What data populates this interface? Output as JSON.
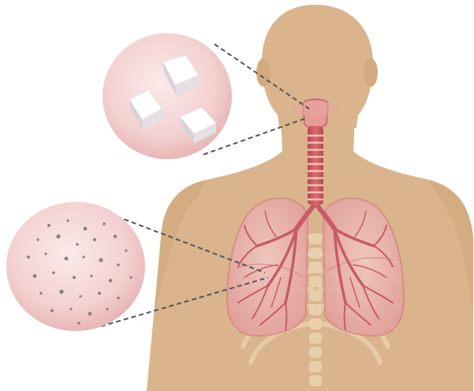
{
  "palette": {
    "skin": "#d9b48c",
    "skin_dark": "#cfa57a",
    "lung_fill": "#e9b3ac",
    "lung_edge": "#d88a86",
    "airway": "#cf5a5e",
    "airway_dark": "#b9444b",
    "bronchi": "#c95b66",
    "rib": "#ecd3b2",
    "bubble_top": "#f7dddb",
    "bubble_edge": "#e7b6b5",
    "crystal": "#f7f5f6",
    "particle": "#8c7f85",
    "dashed": "#555555"
  },
  "illustration": {
    "subject": "human-torso-respiratory-system",
    "callouts": [
      {
        "id": "upper-airway-callout",
        "content": "three-white-crystals",
        "target": "throat"
      },
      {
        "id": "lung-callout",
        "content": "fine-dark-particles",
        "target": "lower-left-lung"
      }
    ]
  }
}
